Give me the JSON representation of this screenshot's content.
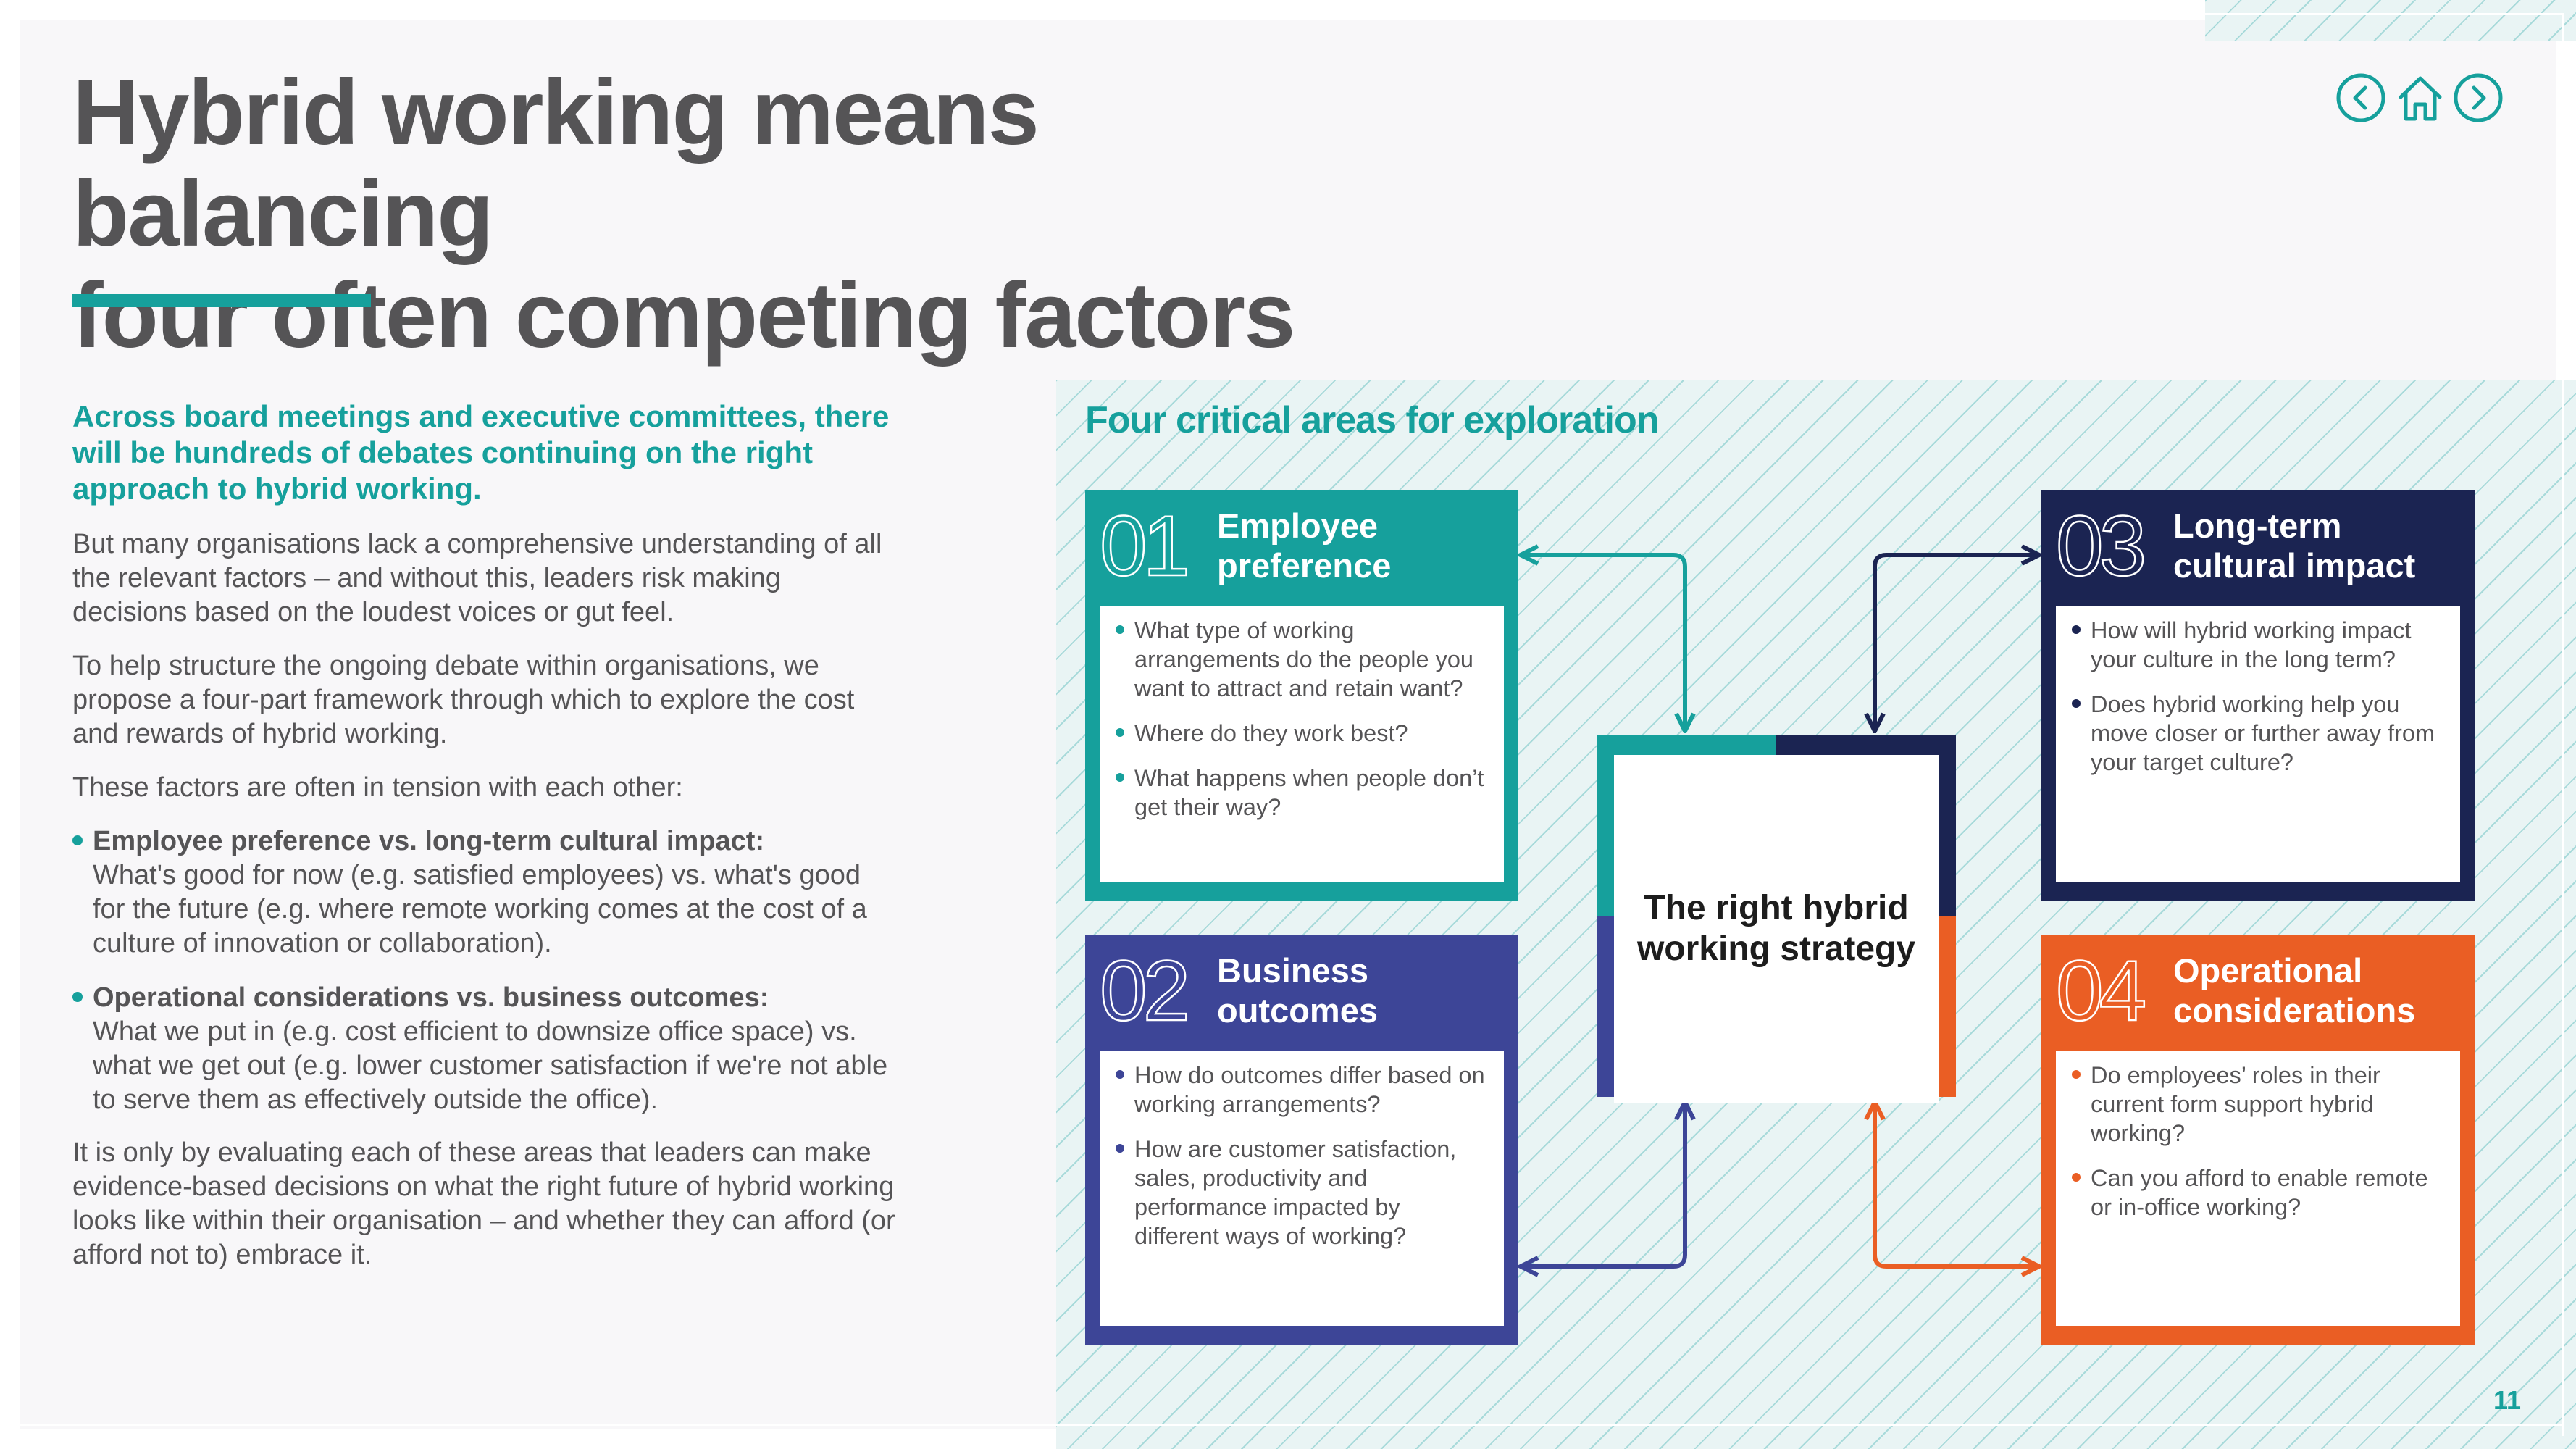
{
  "title": {
    "line1": "Hybrid working means balancing",
    "line2": "four often competing factors"
  },
  "nav": {
    "prev_icon": "chevron-left-circle-icon",
    "home_icon": "home-icon",
    "next_icon": "chevron-right-circle-icon"
  },
  "intro": "Across board meetings and executive committees, there will be hundreds of debates continuing on the right approach to hybrid working.",
  "paragraphs": [
    "But many organisations lack a comprehensive understanding of all the relevant factors – and without this, leaders risk making decisions based on the loudest voices or gut feel.",
    "To help structure the ongoing debate within organisations, we propose a four-part framework through which to explore the cost and rewards of hybrid working.",
    "These factors are often in tension with each other:"
  ],
  "tensions": [
    {
      "heading": "Employee preference vs. long-term cultural impact:",
      "text": "What's good for now (e.g. satisfied employees) vs. what's good for the future (e.g. where remote working comes at the cost of a culture of innovation or collaboration)."
    },
    {
      "heading": "Operational considerations vs. business outcomes:",
      "text": "What we put in (e.g. cost efficient to downsize office space) vs. what we get out (e.g. lower customer satisfaction if we're not able to serve them as effectively outside the office)."
    }
  ],
  "closing": "It is only by evaluating each of these areas that leaders can make evidence-based decisions on what the right future of hybrid working looks like within their organisation – and whether they can afford (or afford not to) embrace it.",
  "diagram": {
    "heading": "Four critical areas for exploration",
    "center": "The right hybrid working strategy",
    "cards": [
      {
        "number": "01",
        "title": "Employee preference",
        "color": "#16a09c",
        "questions": [
          "What type of working arrangements do the people you want to attract and retain want?",
          "Where do they work best?",
          "What happens when people don’t get their way?"
        ]
      },
      {
        "number": "02",
        "title": "Business outcomes",
        "color": "#3d4597",
        "questions": [
          "How do outcomes differ based on working arrangements?",
          "How are customer satisfaction, sales, productivity and performance impacted by different ways of working?"
        ]
      },
      {
        "number": "03",
        "title": "Long-term cultural impact",
        "color": "#1b2452",
        "questions": [
          "How will hybrid working impact your culture in the long term?",
          "Does hybrid working help you move closer or further away from your target culture?"
        ]
      },
      {
        "number": "04",
        "title": "Operational considerations",
        "color": "#ea5e24",
        "questions": [
          "Do employees’ roles in their current form support hybrid working?",
          "Can you afford to enable remote or in-office working?"
        ]
      }
    ]
  },
  "page_number": "11"
}
